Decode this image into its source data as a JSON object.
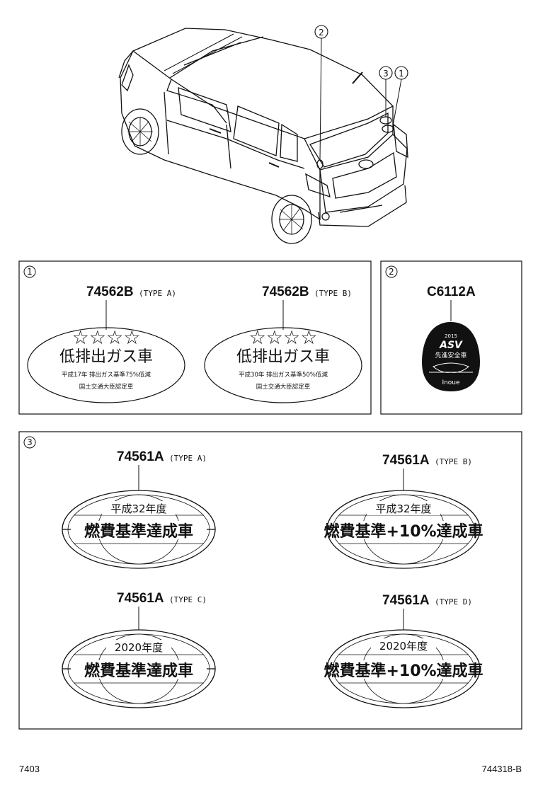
{
  "callouts": {
    "c1": "1",
    "c2": "2",
    "c3": "3"
  },
  "panel1": {
    "label_a": {
      "part": "74562B",
      "type": "(TYPE A)",
      "stars": "☆☆☆☆",
      "title": "低排出ガス車",
      "line1": "平成17年 排出ガス基準75%低減",
      "line2": "国土交通大臣認定車"
    },
    "label_b": {
      "part": "74562B",
      "type": "(TYPE B)",
      "stars": "☆☆☆☆",
      "title": "低排出ガス車",
      "line1": "平成30年 排出ガス基準50%低減",
      "line2": "国土交通大臣認定車"
    }
  },
  "panel2": {
    "label": {
      "part": "C6112A",
      "year": "2015",
      "asv": "ASV",
      "text": "先進安全車",
      "brand": "Inoue"
    }
  },
  "panel3": {
    "label_a": {
      "part": "74561A",
      "type": "(TYPE A)",
      "year": "平成32年度",
      "title": "燃費基準達成車"
    },
    "label_b": {
      "part": "74561A",
      "type": "(TYPE B)",
      "year": "平成32年度",
      "title": "燃費基準+10%達成車"
    },
    "label_c": {
      "part": "74561A",
      "type": "(TYPE C)",
      "year": "2020年度",
      "title": "燃費基準達成車"
    },
    "label_d": {
      "part": "74561A",
      "type": "(TYPE D)",
      "year": "2020年度",
      "title": "燃費基準+10%達成車"
    }
  },
  "footer": {
    "left_code": "7403",
    "right_code": "744318-B"
  }
}
